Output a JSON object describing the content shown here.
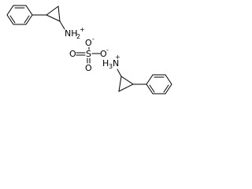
{
  "labels": {
    "amine_top": "NH",
    "amine_top_h": "2",
    "charge_plus": "+",
    "oxygen_1": "O",
    "oxygen_2": "O",
    "oxygen_3": "O",
    "oxygen_4": "O",
    "sulfur": "S",
    "charge_minus_1": "-",
    "charge_minus_2": "-",
    "amine_bottom": "H",
    "amine_bottom_sub": "3",
    "amine_bottom_n": "N",
    "charge_plus_2": "+"
  },
  "colors": {
    "ink": "#000000",
    "background": "#ffffff"
  }
}
